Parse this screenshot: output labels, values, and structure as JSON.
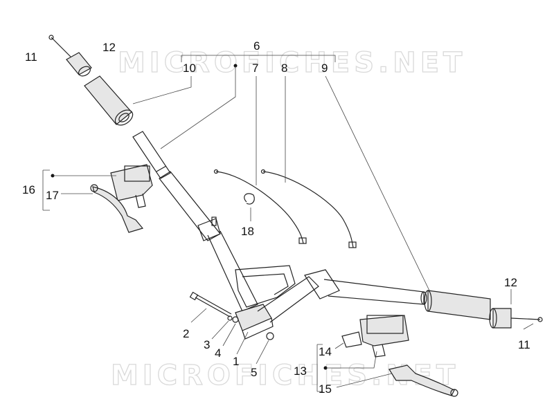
{
  "watermark": "MICROFICHES.NET",
  "callouts": {
    "c11a": "11",
    "c12a": "12",
    "c6": "6",
    "c10": "10",
    "c7": "7",
    "c8": "8",
    "c9": "9",
    "c16": "16",
    "c17": "17",
    "c18": "18",
    "c12b": "12",
    "c11b": "11",
    "c2": "2",
    "c3": "3",
    "c4": "4",
    "c1": "1",
    "c5": "5",
    "c14": "14",
    "c13": "13",
    "c15": "15"
  }
}
